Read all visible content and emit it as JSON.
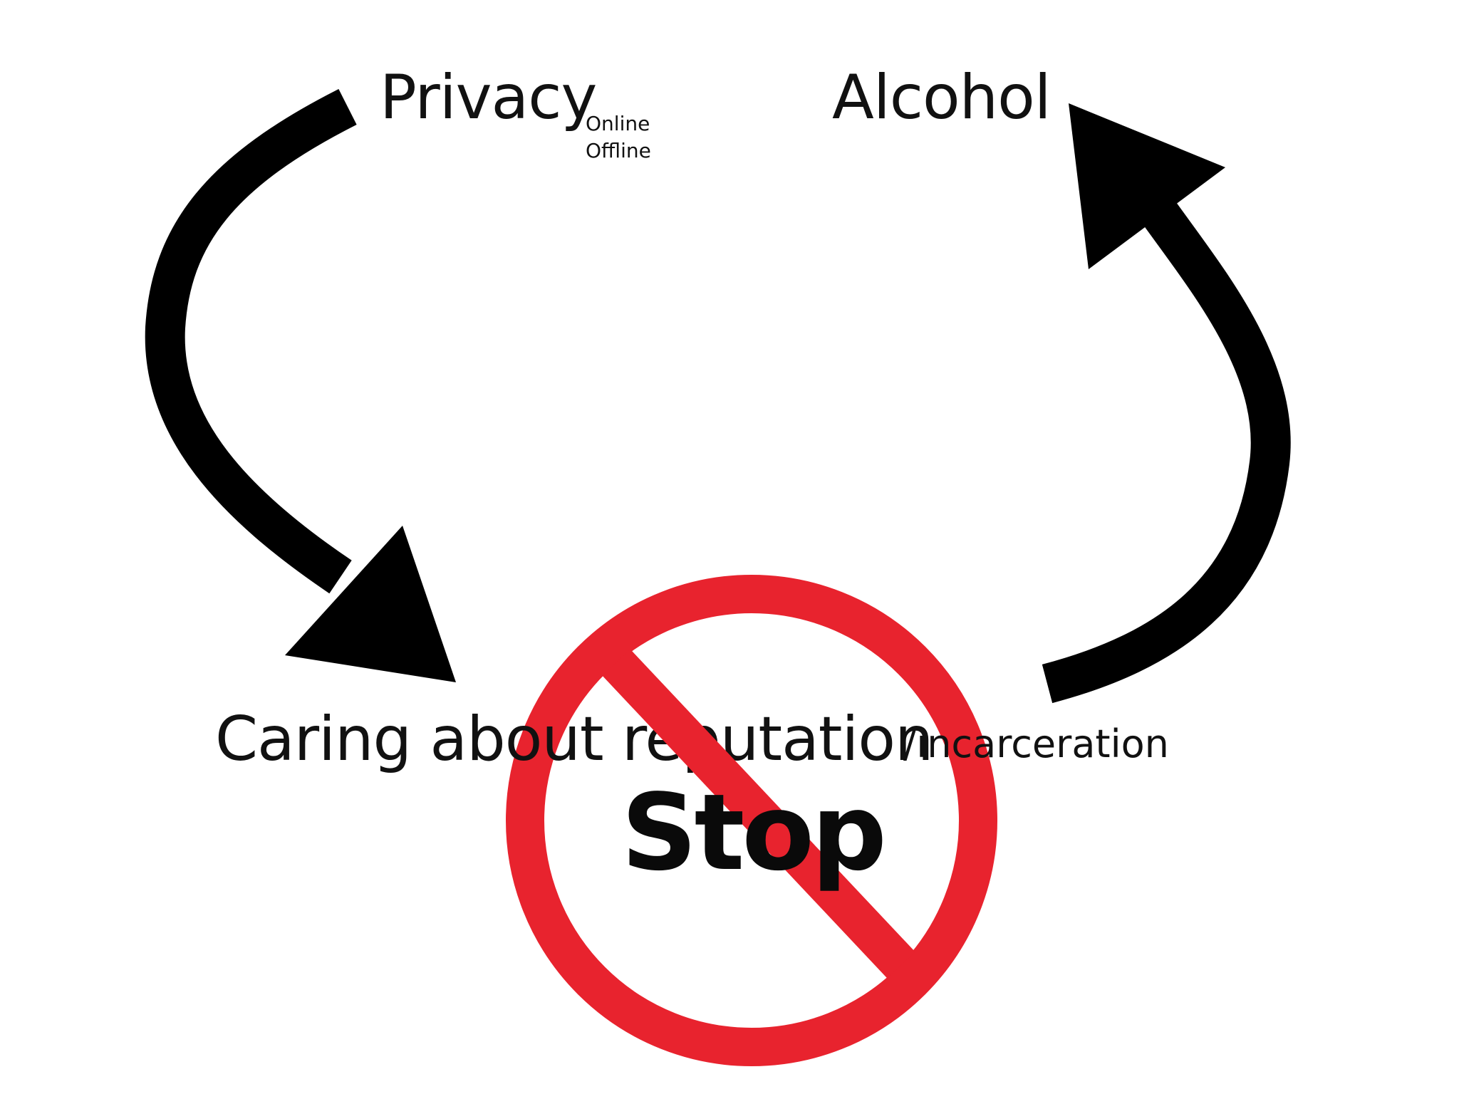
{
  "nodes": {
    "privacy": {
      "label": "Privacy",
      "sub_labels": [
        "Online",
        "Offline"
      ]
    },
    "alcohol": {
      "label": "Alcohol"
    },
    "reputation": {
      "label": "Caring about reputation",
      "suffix": "/incarceration"
    }
  },
  "stop_sign": {
    "label": "Stop",
    "ring_color": "#E8232E",
    "text_color": "#0a0a0a"
  },
  "arrows": [
    {
      "from": "privacy",
      "to": "reputation",
      "color": "#000000"
    },
    {
      "from": "reputation",
      "to": "alcohol",
      "color": "#000000"
    }
  ]
}
